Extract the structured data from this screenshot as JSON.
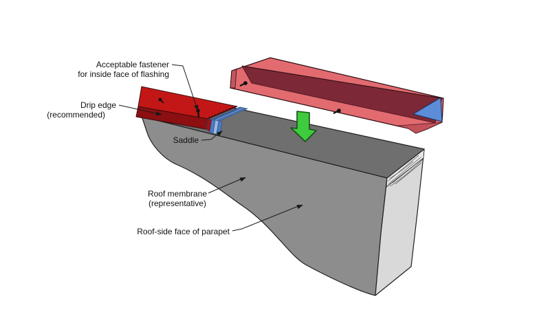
{
  "figure": {
    "type": "construction-detail-diagram",
    "labels": {
      "acceptable_fastener": {
        "line1": "Acceptable fastener",
        "line2": "for inside face of flashing"
      },
      "drip_edge": {
        "line1": "Drip edge",
        "line2": "(recommended)"
      },
      "saddle": {
        "text": "Saddle"
      },
      "roof_membrane": {
        "line1": "Roof membrane",
        "line2": "(representative)"
      },
      "roof_side": {
        "text": "Roof-side face of parapet"
      }
    },
    "colors": {
      "background": "#ffffff",
      "parapet_top": "#6f6f6f",
      "parapet_face": "#8d8d8d",
      "parapet_end": "#d9d9d9",
      "grain_band": "#e6e6e6",
      "grain_line": "#555555",
      "outline": "#1f1f1f",
      "drip_edge_red": "#c31717",
      "drip_edge_fascia": "#8c0f12",
      "drip_outline": "#3a0c0c",
      "saddle_blue": "#4a7bc4",
      "saddle_blue_light": "#9db8e0",
      "saddle_dark": "#2a4a80",
      "saddle_tab_red": "#9e1114",
      "flashing_front": "#e26b70",
      "flashing_top_inside": "#7d2836",
      "flashing_hem": "#c4525b",
      "flashing_tab": "#c2565c",
      "flashing_outline": "#2d0d12",
      "flashing_fold": "#4a1620",
      "end_dam_blue": "#5b8dd9",
      "dam_outline": "#1a2f55",
      "arrow_green": "#3ecb3e",
      "arrow_green_dark": "#174f17",
      "line": "#1a1a1a",
      "text": "#111111",
      "fastener": "#111111"
    }
  }
}
